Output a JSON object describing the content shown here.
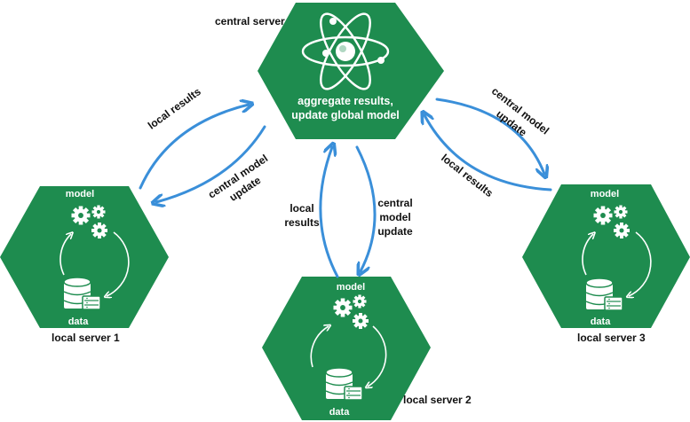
{
  "central": {
    "label": "central server",
    "line1": "aggregate results,",
    "line2": "update global model"
  },
  "locals": [
    {
      "name": "local server 1",
      "model": "model",
      "data": "data"
    },
    {
      "name": "local server 2",
      "model": "model",
      "data": "data"
    },
    {
      "name": "local server 3",
      "model": "model",
      "data": "data"
    }
  ],
  "arrows": {
    "local_results": "local results",
    "central_model_line1": "central model",
    "central_model_line2": "update",
    "mid_local_line1": "local",
    "mid_local_line2": "results",
    "mid_central_line1": "central",
    "mid_central_line2": "model",
    "mid_central_line3": "update"
  },
  "colors": {
    "hex_fill": "#1e8c4f",
    "arrow": "#3a8fd9",
    "icon": "#ffffff"
  },
  "icons": [
    "atom-icon",
    "gears-icon",
    "database-icon",
    "cycle-arrow-icon"
  ]
}
